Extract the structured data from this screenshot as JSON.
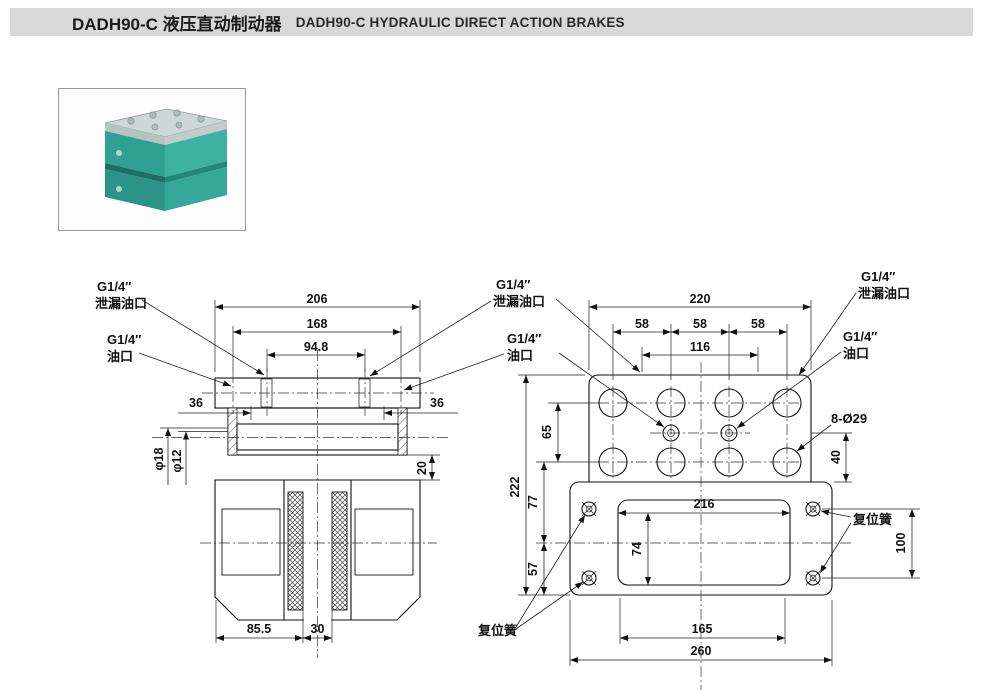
{
  "header": {
    "title_cn": "DADH90-C 液压直动制动器",
    "title_en": "DADH90-C HYDRAULIC DIRECT ACTION BRAKES"
  },
  "photo": {
    "device_color": "#2fa193"
  },
  "ports": {
    "size": "G1/4″",
    "leak": "泄漏油口",
    "oil": "油口"
  },
  "spring_label": "复位簧",
  "left_view": {
    "d206": "206",
    "d168": "168",
    "d94_8": "94.8",
    "d36_left": "36",
    "d36_right": "36",
    "phi18": "φ18",
    "phi12": "φ12",
    "d20": "20",
    "d85_5": "85.5",
    "d30": "30"
  },
  "right_view": {
    "d220": "220",
    "d58_1": "58",
    "d58_2": "58",
    "d58_3": "58",
    "d116": "116",
    "d65": "65",
    "d77": "77",
    "d57": "57",
    "d222": "222",
    "d74": "74",
    "d216": "216",
    "d40": "40",
    "d100": "100",
    "d165": "165",
    "d260": "260",
    "holes": "8-Ø29"
  }
}
